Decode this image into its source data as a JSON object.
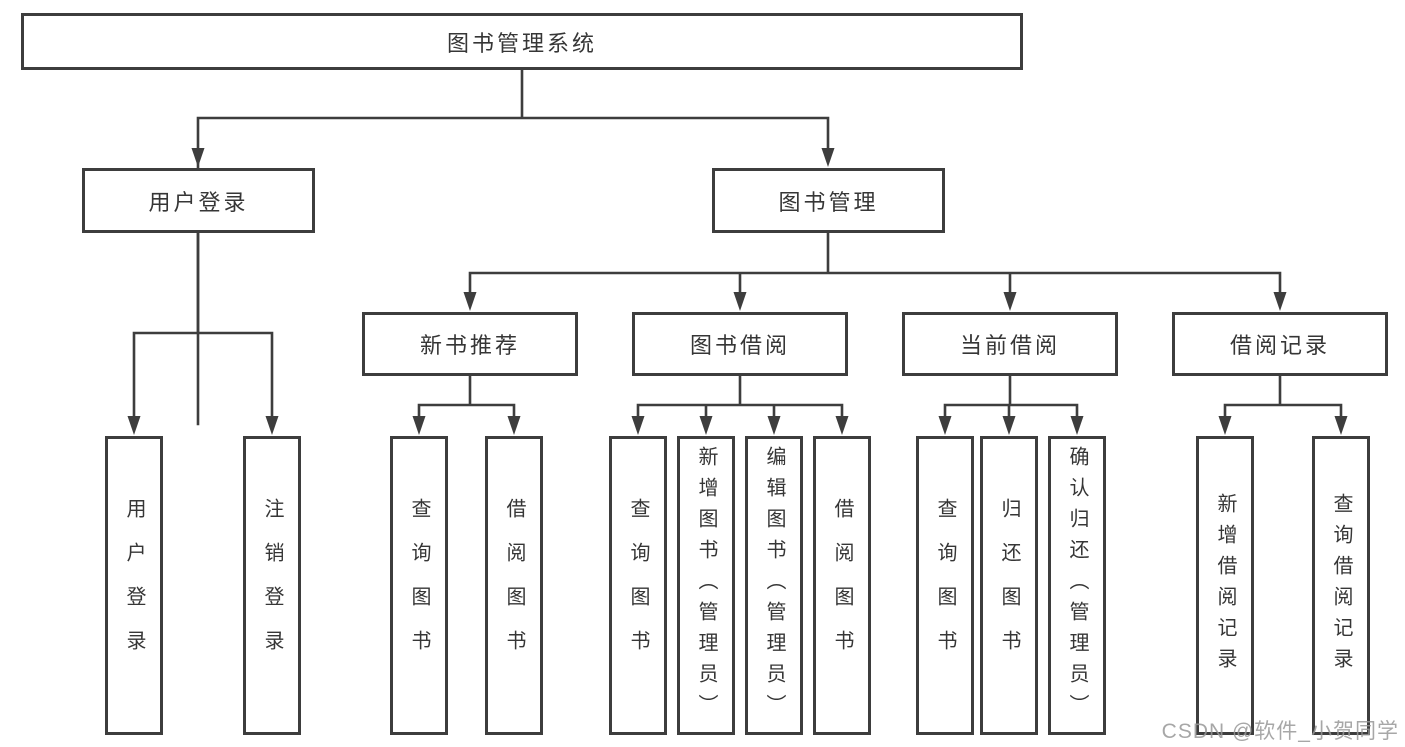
{
  "diagram": {
    "root": {
      "label": "图书管理系统"
    },
    "level1": {
      "user_login": {
        "label": "用户登录"
      },
      "book_mgmt": {
        "label": "图书管理"
      }
    },
    "level2": {
      "new_book": {
        "label": "新书推荐"
      },
      "book_borrow": {
        "label": "图书借阅"
      },
      "current_borrow": {
        "label": "当前借阅"
      },
      "borrow_record": {
        "label": "借阅记录"
      }
    },
    "leaves": {
      "user_login": {
        "label": "用户登录"
      },
      "logout": {
        "label": "注销登录"
      },
      "nb_query": {
        "label": "查询图书"
      },
      "nb_borrow": {
        "label": "借阅图书"
      },
      "bb_query": {
        "label": "查询图书"
      },
      "bb_add": {
        "label": "新增图书（管理员）"
      },
      "bb_edit": {
        "label": "编辑图书（管理员）"
      },
      "bb_borrow": {
        "label": "借阅图书"
      },
      "cb_query": {
        "label": "查询图书"
      },
      "cb_return": {
        "label": "归还图书"
      },
      "cb_confirm": {
        "label": "确认归还（管理员）"
      },
      "br_add": {
        "label": "新增借阅记录"
      },
      "br_query": {
        "label": "查询借阅记录"
      }
    }
  },
  "watermark": {
    "text": "CSDN @软件_小贺同学"
  },
  "colors": {
    "line": "#3d3d3d",
    "text": "#363636",
    "node_fill": "#ffffff",
    "background": "#ffffff",
    "watermark": "#989898"
  }
}
